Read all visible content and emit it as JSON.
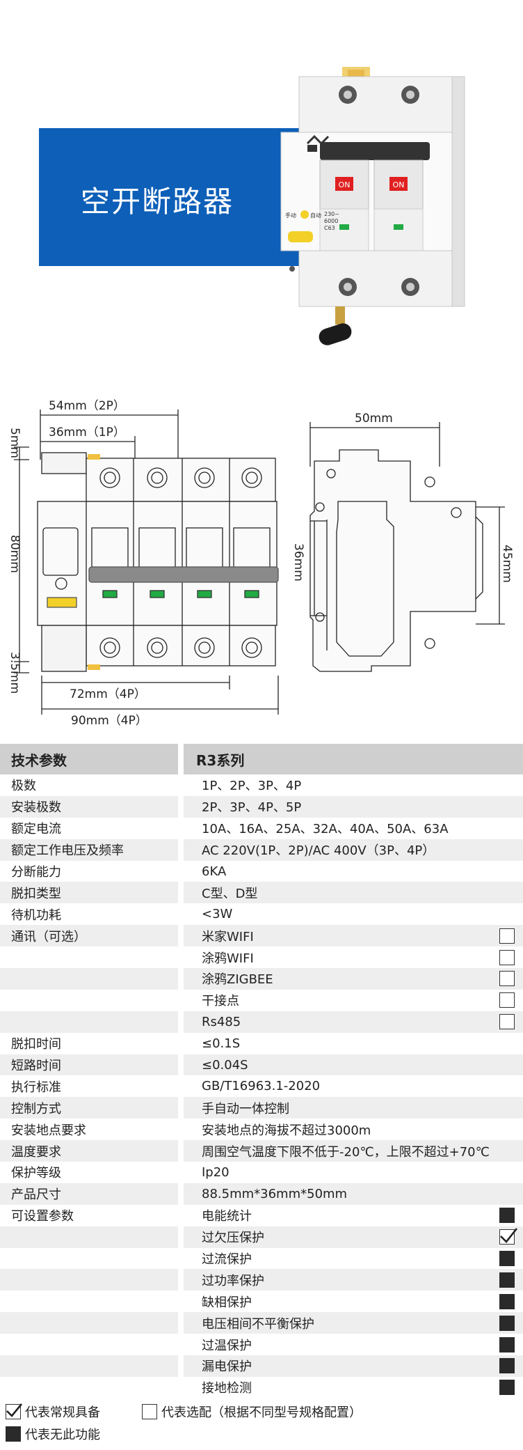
{
  "banner": {
    "title": "空开断路器"
  },
  "product": {
    "knob_manual": "手动",
    "knob_auto": "自动",
    "on_label": "ON",
    "rating_text": [
      "230~",
      "6000",
      "C63"
    ]
  },
  "dimensions": {
    "w2p": "54mm（2P）",
    "w1p": "36mm（1P）",
    "top": "5mm",
    "height": "80mm",
    "bottom": "3.5mm",
    "w4p_inner": "72mm（4P）",
    "w4p_outer": "90mm（4P）",
    "side_depth": "50mm",
    "side_inner": "36mm",
    "side_height": "45mm"
  },
  "spec": {
    "header": {
      "param": "技术参数",
      "series": "R3系列"
    },
    "rows": [
      {
        "label": "极数",
        "value": "1P、2P、3P、4P",
        "mark": ""
      },
      {
        "label": "安装极数",
        "value": "2P、3P、4P、5P",
        "mark": ""
      },
      {
        "label": "额定电流",
        "value": "10A、16A、25A、32A、40A、50A、63A",
        "mark": ""
      },
      {
        "label": "额定工作电压及频率",
        "value": "AC 220V(1P、2P)/AC 400V（3P、4P）",
        "mark": ""
      },
      {
        "label": "分断能力",
        "value": "6KA",
        "mark": ""
      },
      {
        "label": "脱扣类型",
        "value": "C型、D型",
        "mark": ""
      },
      {
        "label": "待机功耗",
        "value": "<3W",
        "mark": ""
      },
      {
        "label": "通讯（可选）",
        "value": "米家WIFI",
        "mark": "box"
      },
      {
        "label": "",
        "value": "涂鸦WIFI",
        "mark": "box"
      },
      {
        "label": "",
        "value": "涂鸦ZIGBEE",
        "mark": "box"
      },
      {
        "label": "",
        "value": "干接点",
        "mark": "box"
      },
      {
        "label": "",
        "value": "Rs485",
        "mark": "box"
      },
      {
        "label": "脱扣时间",
        "value": "≤0.1S",
        "mark": ""
      },
      {
        "label": "短路时间",
        "value": "≤0.04S",
        "mark": ""
      },
      {
        "label": "执行标准",
        "value": "GB/T16963.1-2020",
        "mark": ""
      },
      {
        "label": "控制方式",
        "value": "手自动一体控制",
        "mark": ""
      },
      {
        "label": "安装地点要求",
        "value": "安装地点的海拔不超过3000m",
        "mark": ""
      },
      {
        "label": "温度要求",
        "value": "周围空气温度下限不低于-20℃，上限不超过+70℃",
        "mark": ""
      },
      {
        "label": "保护等级",
        "value": "Ip20",
        "mark": ""
      },
      {
        "label": "产品尺寸",
        "value": "88.5mm*36mm*50mm",
        "mark": ""
      },
      {
        "label": "可设置参数",
        "value": "电能统计",
        "mark": "solid"
      },
      {
        "label": "",
        "value": "过欠压保护",
        "mark": "check"
      },
      {
        "label": "",
        "value": "过流保护",
        "mark": "solid"
      },
      {
        "label": "",
        "value": "过功率保护",
        "mark": "solid"
      },
      {
        "label": "",
        "value": "缺相保护",
        "mark": "solid"
      },
      {
        "label": "",
        "value": "电压相间不平衡保护",
        "mark": "solid"
      },
      {
        "label": "",
        "value": "过温保护",
        "mark": "solid"
      },
      {
        "label": "",
        "value": "漏电保护",
        "mark": "solid"
      },
      {
        "label": "",
        "value": "接地检测",
        "mark": "solid"
      }
    ]
  },
  "legend": {
    "standard": "代表常规具备",
    "optional": "代表选配（根据不同型号规格配置）",
    "none": "代表无此功能"
  }
}
